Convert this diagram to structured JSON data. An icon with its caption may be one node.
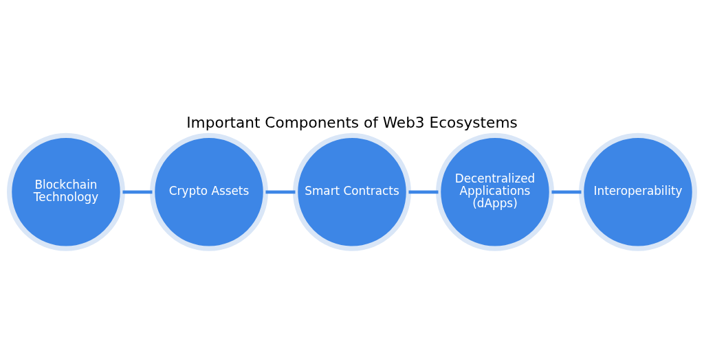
{
  "diagram": {
    "title": "Important Components of Web3 Ecosystems",
    "nodes": [
      {
        "text": [
          "Blockchain Technology"
        ]
      },
      {
        "text": [
          "Crypto Assets"
        ]
      },
      {
        "text": [
          "Smart Contracts"
        ]
      },
      {
        "text": [
          "Decentralized Applications (dApps)"
        ]
      },
      {
        "text": [
          "Interoperability"
        ]
      }
    ],
    "edges": [
      {
        "from": 0,
        "to": 1,
        "arrow": "none"
      },
      {
        "from": 1,
        "to": 2,
        "arrow": "none"
      },
      {
        "from": 2,
        "to": 3,
        "arrow": "none"
      },
      {
        "from": 3,
        "to": 4,
        "arrow": "none"
      }
    ]
  }
}
